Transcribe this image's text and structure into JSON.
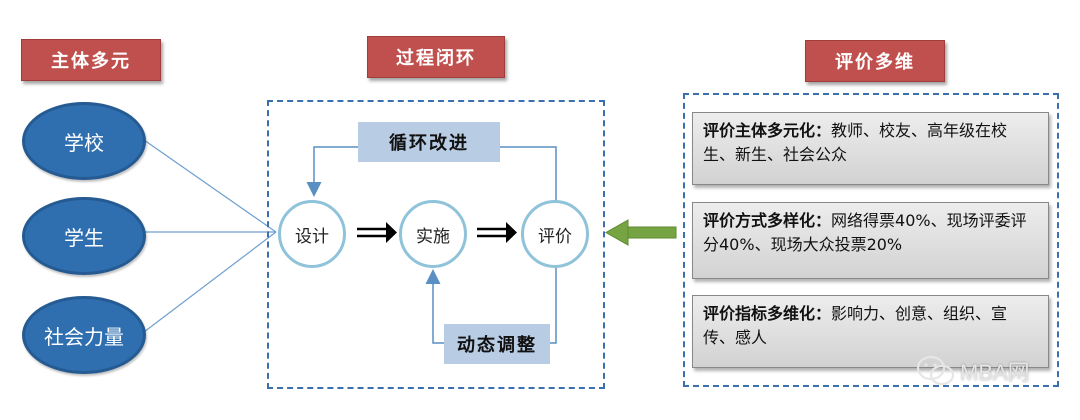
{
  "left": {
    "header": "主体多元",
    "items": [
      "学校",
      "学生",
      "社会力量"
    ]
  },
  "middle": {
    "header": "过程闭环",
    "top_label": "循环改进",
    "bottom_label": "动态调整",
    "nodes": [
      "设计",
      "实施",
      "评价"
    ]
  },
  "right": {
    "header": "评价多维",
    "boxes": [
      {
        "title": "评价主体多元化：",
        "text": "教师、校友、高年级在校生、新生、社会公众"
      },
      {
        "title": "评价方式多样化：",
        "text": "网络得票40%、现场评委评分40%、现场大众投票20%"
      },
      {
        "title": "评价指标多维化：",
        "text": "影响力、创意、组织、宣传、感人"
      }
    ]
  },
  "watermark": "MBA网",
  "colors": {
    "header_red": "#c0504d",
    "ellipse_blue": "#2f6fb0",
    "label_blue": "#b8cce4",
    "circle_border": "#8fc3da",
    "arrow_green": "#6e9a3a"
  }
}
